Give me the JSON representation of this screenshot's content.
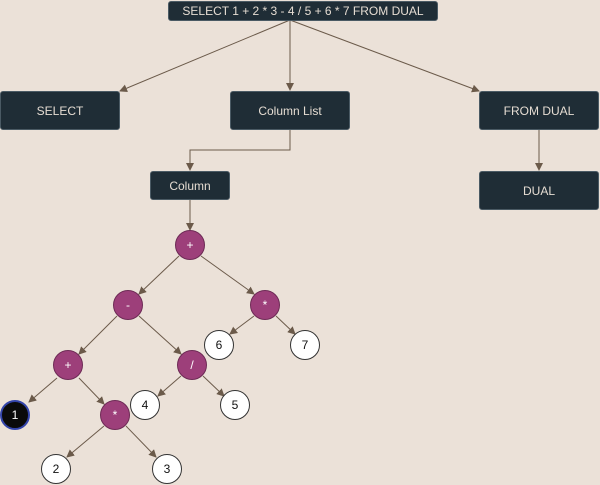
{
  "header": {
    "query": "SELECT  1 + 2 * 3 - 4 / 5 + 6 * 7  FROM DUAL"
  },
  "boxes": {
    "select": "SELECT",
    "column_list": "Column List",
    "from_dual": "FROM DUAL",
    "column": "Column",
    "dual": "DUAL"
  },
  "tree": {
    "root_op": "+",
    "minus_op": "-",
    "mult_right_op": "*",
    "plus_left_op": "+",
    "div_op": "/",
    "mult_low_op": "*",
    "n1": "1",
    "n2": "2",
    "n3": "3",
    "n4": "4",
    "n5": "5",
    "n6": "6",
    "n7": "7"
  },
  "colors": {
    "background": "#ebe1d8",
    "box": "#1f2d36",
    "operator": "#9d3f7a",
    "edge": "#6b5a4a"
  }
}
